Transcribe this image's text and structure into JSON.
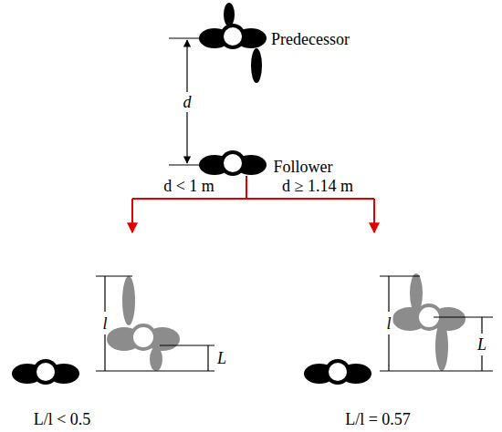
{
  "diagram": {
    "labels": [
      "Predecessor",
      "d",
      "Follower",
      "d < 1 m",
      "d ≥ 1.14 m",
      "l",
      "L",
      "L/l < 0.5",
      "l",
      "L",
      "L/l = 0.57"
    ]
  }
}
